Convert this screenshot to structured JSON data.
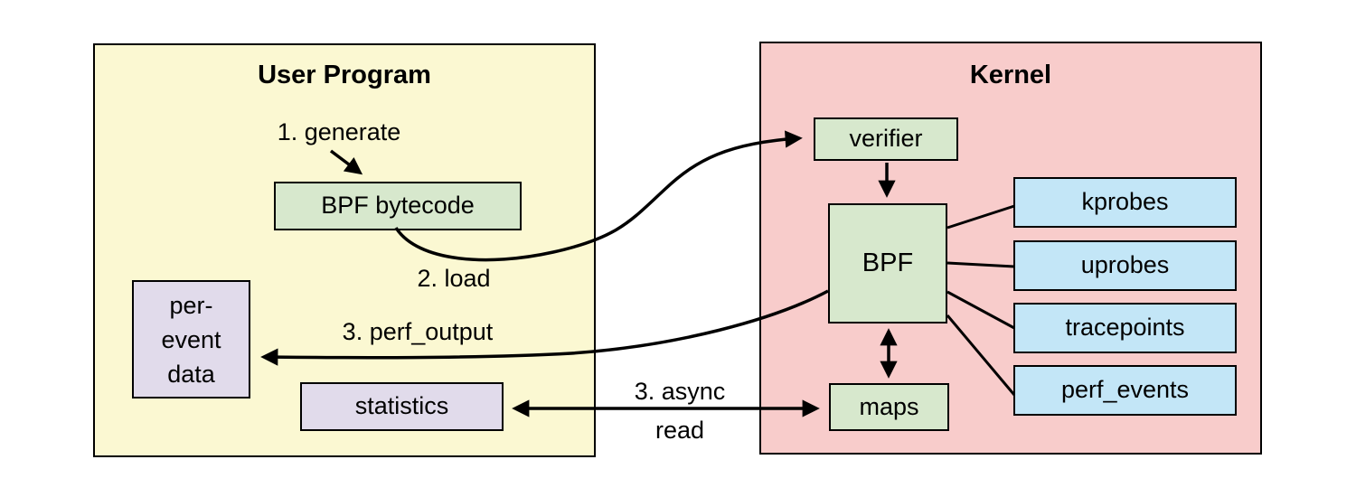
{
  "regions": {
    "user_program": {
      "title": "User Program",
      "bg_color": "#FBF8D2"
    },
    "kernel": {
      "title": "Kernel",
      "bg_color": "#F8CCCB"
    }
  },
  "nodes": {
    "bpf_bytecode": {
      "label": "BPF bytecode",
      "fill": "#D7E8CD"
    },
    "per_event_data": {
      "lines": [
        "per-",
        "event",
        "data"
      ],
      "fill": "#E1DBEB"
    },
    "statistics": {
      "label": "statistics",
      "fill": "#E1DBEB"
    },
    "verifier": {
      "label": "verifier",
      "fill": "#D7E8CD"
    },
    "bpf": {
      "label": "BPF",
      "fill": "#D7E8CD"
    },
    "maps": {
      "label": "maps",
      "fill": "#D7E8CD"
    },
    "kprobes": {
      "label": "kprobes",
      "fill": "#C3E6F7"
    },
    "uprobes": {
      "label": "uprobes",
      "fill": "#C3E6F7"
    },
    "tracepoints": {
      "label": "tracepoints",
      "fill": "#C3E6F7"
    },
    "perf_events": {
      "label": "perf_events",
      "fill": "#C3E6F7"
    }
  },
  "flow_labels": {
    "generate": "1. generate",
    "load": "2. load",
    "perf_output": "3. perf_output",
    "async_read": {
      "line1": "3. async",
      "line2": "read"
    }
  },
  "edge_color": "#000000"
}
